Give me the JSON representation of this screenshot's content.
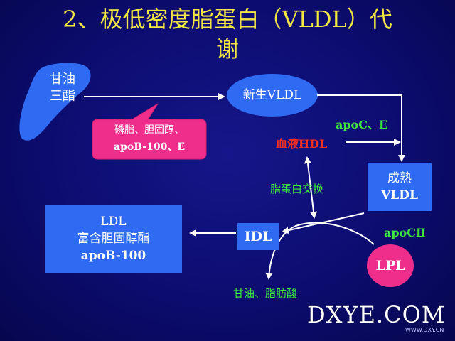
{
  "title": {
    "line1": "2、极低密度脂蛋白（VLDL）代",
    "line2": "谢"
  },
  "liver": {
    "line1": "甘油",
    "line2": "三酯"
  },
  "callout": {
    "line1": "磷脂、胆固醇、",
    "line2": "apoB-100、E"
  },
  "nascent_vldl": "新生VLDL",
  "apoce": "apoC、E",
  "blood_hdl": "血液HDL",
  "lipoprotein_exchange": "脂蛋白交换",
  "mature_vldl": {
    "line1": "成熟",
    "line2": "VLDL"
  },
  "apoc2": "apoCⅡ",
  "lpl": "LPL",
  "idl": "IDL",
  "ldl": {
    "line1": "LDL",
    "line2": "富含胆固醇酯",
    "line3": "apoB-100"
  },
  "products": "甘油、脂肪酸",
  "watermark": {
    "text": "DXYE.COM",
    "url": "WWW.DXY.CN"
  },
  "colors": {
    "background": "#0c0c70",
    "title": "#f2e640",
    "box": "#2f6af2",
    "ellipse": "#2f6af2",
    "callout": "#ee2e8a",
    "lpl": "#ee2e8a",
    "green": "#3ee63e",
    "red": "#ff3020",
    "line": "#ffffff"
  }
}
